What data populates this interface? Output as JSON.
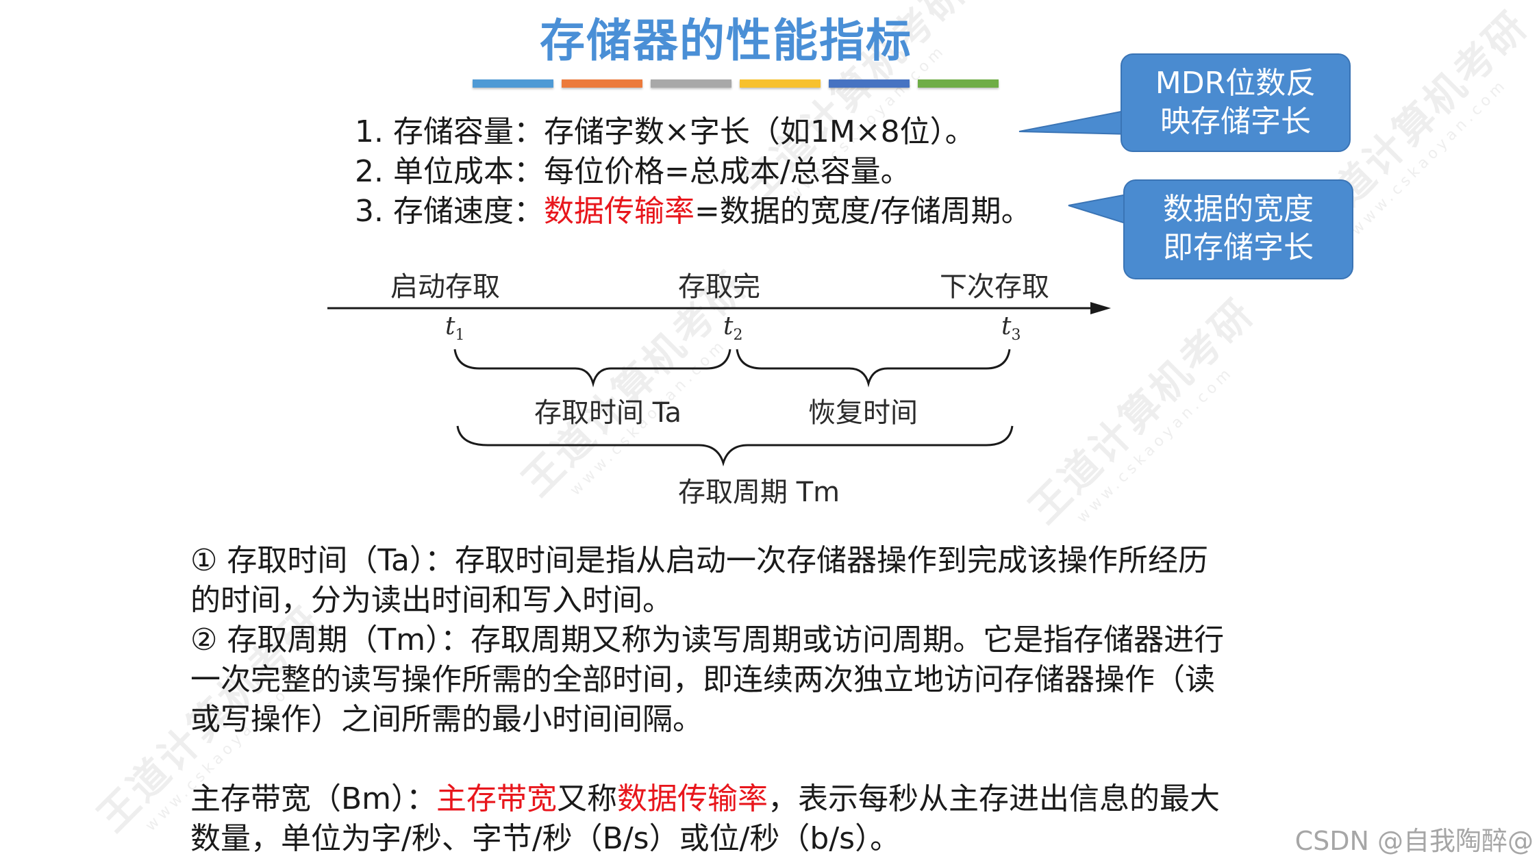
{
  "title": "存储器的性能指标",
  "bar_colors": [
    "#4f9ad5",
    "#ec7a3b",
    "#a8a8a8",
    "#f7c12e",
    "#4673c2",
    "#6fad46"
  ],
  "metrics": {
    "item1": "1. 存储容量：存储字数×字长（如1M×8位）。",
    "item2": "2. 单位成本：每位价格=总成本/总容量。",
    "item3_prefix": "3. 存储速度：",
    "item3_highlight": "数据传输率",
    "item3_suffix": "=数据的宽度/存储周期。"
  },
  "callouts": {
    "mdr_line1": "MDR位数反",
    "mdr_line2": "映存储字长",
    "width_line1": "数据的宽度",
    "width_line2": "即存储字长"
  },
  "timeline": {
    "start_label": "启动存取",
    "done_label": "存取完",
    "next_label": "下次存取",
    "t1": "t",
    "t1_sub": "1",
    "t2": "t",
    "t2_sub": "2",
    "t3": "t",
    "t3_sub": "3",
    "access_time": "存取时间 Ta",
    "recovery_time": "恢复时间",
    "cycle": "存取周期 Tm"
  },
  "definitions": {
    "ta_line1": "① 存取时间（Ta）：存取时间是指从启动一次存储器操作到完成该操作所经历",
    "ta_line2": "的时间，分为读出时间和写入时间。",
    "tm_line1": "② 存取周期（Tm）：存取周期又称为读写周期或访问周期。它是指存储器进行",
    "tm_line2": "一次完整的读写操作所需的全部时间，即连续两次独立地访问存储器操作（读",
    "tm_line3": "或写操作）之间所需的最小时间间隔。"
  },
  "bandwidth": {
    "prefix": "主存带宽（Bm）：",
    "term": "主存带宽",
    "middle": "又称",
    "term2": "数据传输率",
    "suffix": "，表示每秒从主存进出信息的最大",
    "line2": "数量，单位为字/秒、字节/秒（B/s）或位/秒（b/s）。"
  },
  "watermark": {
    "brand": "王道计算机考研",
    "url": "www.cskaoyan.com"
  },
  "footer": "CSDN @自我陶醉@"
}
